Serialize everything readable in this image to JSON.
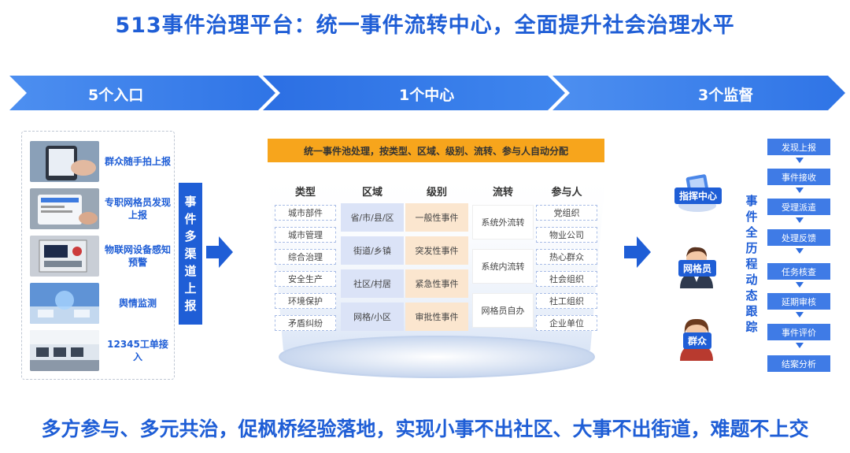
{
  "title": "513事件治理平台：统一事件流转中心，全面提升社会治理水平",
  "banner": {
    "left": "5个入口",
    "center": "1个中心",
    "right": "3个监督"
  },
  "entries": [
    {
      "label": "群众随手拍上报"
    },
    {
      "label": "专职网格员发现上报"
    },
    {
      "label": "物联网设备感知预警"
    },
    {
      "label": "舆情监测"
    },
    {
      "label": "12345工单接入"
    }
  ],
  "multi_channel": [
    "事",
    "件",
    "多",
    "渠",
    "道",
    "上",
    "报"
  ],
  "pool": "统一事件池处理，按类型、区域、级别、流转、参与人自动分配",
  "columns": {
    "type": {
      "head": "类型",
      "items": [
        "城市部件",
        "城市管理",
        "综合治理",
        "安全生产",
        "环境保护",
        "矛盾纠纷"
      ]
    },
    "area": {
      "head": "区域",
      "items": [
        "省/市/县/区",
        "街道/乡镇",
        "社区/村居",
        "网格/小区"
      ]
    },
    "level": {
      "head": "级别",
      "items": [
        "一般性事件",
        "突发性事件",
        "紧急性事件",
        "审批性事件"
      ]
    },
    "flow": {
      "head": "流转",
      "items": [
        "系统外流转",
        "系统内流转",
        "网格员自办"
      ]
    },
    "participant": {
      "head": "参与人",
      "items": [
        "党组织",
        "物业公司",
        "热心群众",
        "社会组织",
        "社工组织",
        "企业单位"
      ]
    }
  },
  "supervisors": [
    "指挥中心",
    "网格员",
    "群众"
  ],
  "tracking": [
    "事",
    "件",
    "全",
    "历",
    "程",
    "动",
    "态",
    "跟",
    "踪"
  ],
  "steps": [
    "发现上报",
    "事件接收",
    "受理派遣",
    "处理反馈",
    "任务核查",
    "延期审核",
    "事件评价",
    "结案分析"
  ],
  "footer": "多方参与、多元共治，促枫桥经验落地，实现小事不出社区、大事不出街道，难题不上交",
  "colors": {
    "primary": "#1f5ed6",
    "accent": "#f7a51c",
    "step": "#3f7be6"
  }
}
